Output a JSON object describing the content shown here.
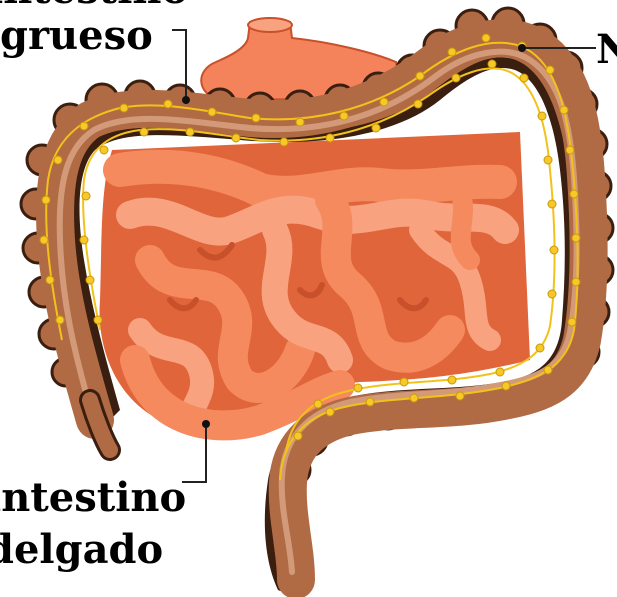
{
  "labels": {
    "large_intestine_line1": "intestino",
    "large_intestine_line2": "grueso",
    "small_intestine_line1": "intestino",
    "small_intestine_line2": "delgado",
    "nerve": "N"
  },
  "colors": {
    "colon_fill": "#b06b45",
    "colon_outline": "#3a1e10",
    "colon_highlight": "#d9a283",
    "small_intestine_fill": "#f58a5e",
    "small_intestine_dark": "#e0653a",
    "small_intestine_shadow": "#c8502a",
    "stomach_fill": "#f4825a",
    "nerve_line": "#f2c21a",
    "ganglion": "#f7c928",
    "leader_line": "#222222"
  }
}
